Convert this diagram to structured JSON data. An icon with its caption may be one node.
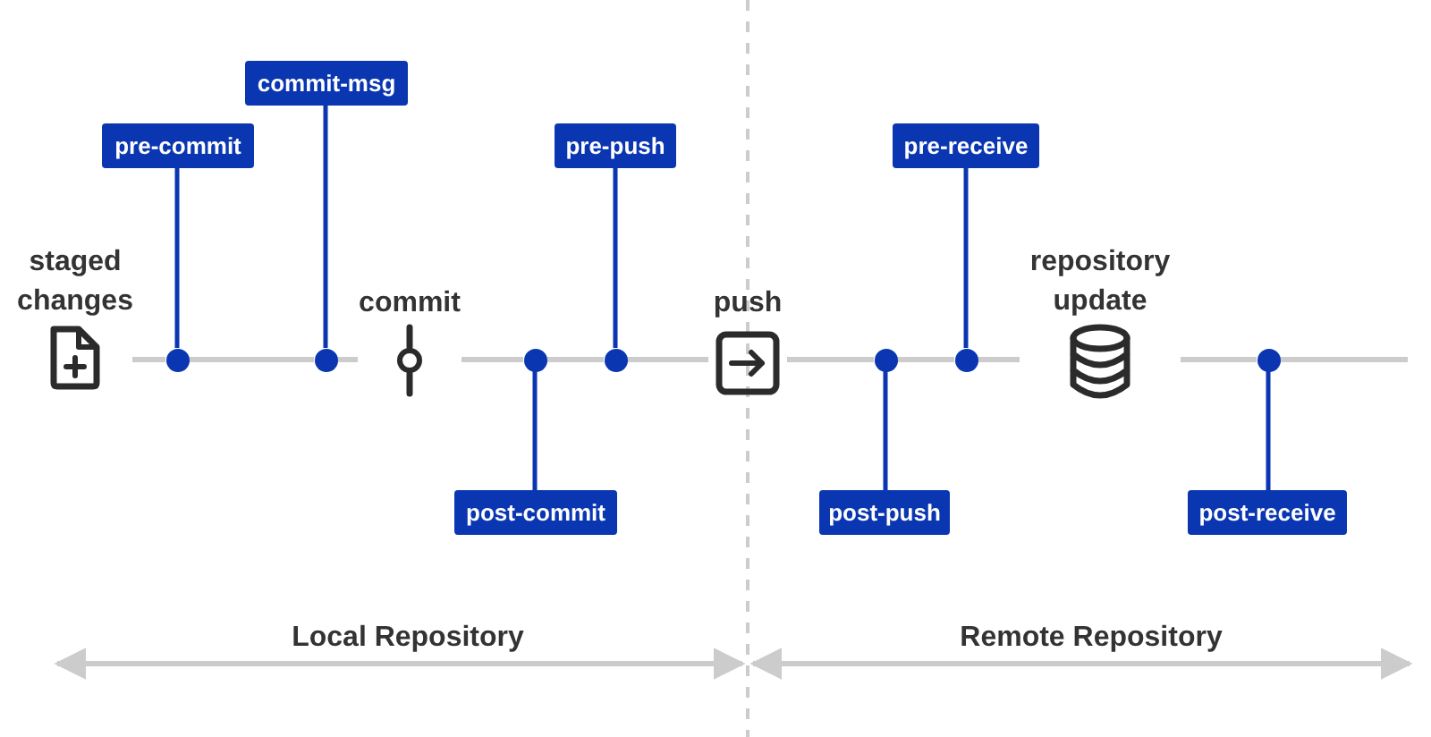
{
  "diagram": {
    "nodes": [
      {
        "text": [
          "staged changes"
        ]
      },
      {
        "text": [
          "pre-commit"
        ]
      },
      {
        "text": [],
        "shape": "circle"
      },
      {
        "text": [
          "commit-msg"
        ]
      },
      {
        "text": [],
        "shape": "circle"
      },
      {
        "text": [
          "commit"
        ]
      },
      {
        "text": [
          "post-commit"
        ]
      },
      {
        "text": [],
        "shape": "circle"
      },
      {
        "text": [
          "pre-push"
        ]
      },
      {
        "text": [],
        "shape": "circle"
      },
      {
        "text": [
          "push"
        ]
      },
      {
        "text": [
          "post-push"
        ]
      },
      {
        "text": [],
        "shape": "circle"
      },
      {
        "text": [
          "pre-receive"
        ]
      },
      {
        "text": [],
        "shape": "circle"
      },
      {
        "text": [
          "repository update"
        ]
      },
      {
        "text": [],
        "shape": "circle"
      },
      {
        "text": [
          "post-receive"
        ]
      }
    ],
    "edges": [
      {
        "from": 1,
        "to": 2,
        "arrow": "none",
        "color": "#0a36b1"
      },
      {
        "from": 3,
        "to": 4,
        "arrow": "none",
        "color": "#0a36b1"
      },
      {
        "from": 6,
        "to": 7,
        "arrow": "none",
        "color": "#0a36b1"
      },
      {
        "from": 8,
        "to": 9,
        "arrow": "none",
        "color": "#0a36b1"
      },
      {
        "from": 11,
        "to": 12,
        "arrow": "none",
        "color": "#0a36b1"
      },
      {
        "from": 13,
        "to": 14,
        "arrow": "none",
        "color": "#0a36b1"
      },
      {
        "from": 17,
        "to": 16,
        "arrow": "none",
        "color": "#0a36b1"
      },
      {
        "from": 0,
        "to": 2,
        "arrow": "none"
      },
      {
        "from": 2,
        "to": 4,
        "arrow": "none"
      },
      {
        "from": 4,
        "to": 5,
        "arrow": "none"
      },
      {
        "from": 5,
        "to": 7,
        "arrow": "none"
      },
      {
        "from": 7,
        "to": 9,
        "arrow": "none"
      },
      {
        "from": 9,
        "to": 10,
        "arrow": "none"
      },
      {
        "from": 10,
        "to": 12,
        "arrow": "none"
      },
      {
        "from": 12,
        "to": 14,
        "arrow": "none"
      },
      {
        "from": 14,
        "to": 15,
        "arrow": "none"
      },
      {
        "from": 15,
        "to": 16,
        "arrow": "none"
      },
      {
        "from": 16,
        "to": null,
        "arrow": "none"
      }
    ],
    "labels": [
      "Local Repository",
      "Remote Repository"
    ]
  }
}
